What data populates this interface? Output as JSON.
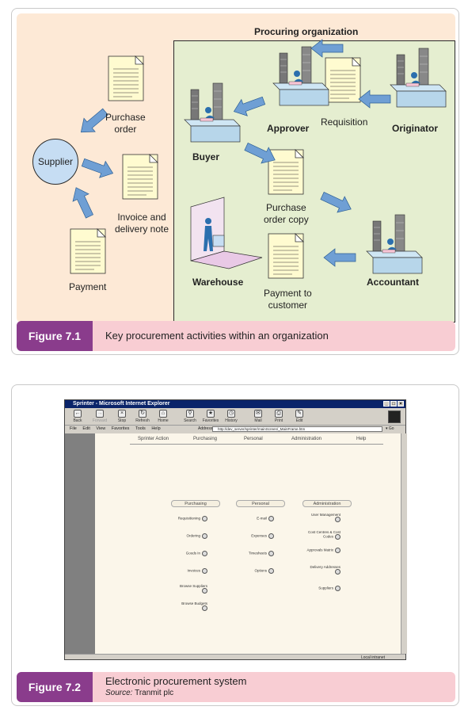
{
  "figure1": {
    "title": "Procuring organization",
    "nodes": {
      "supplier": "Supplier",
      "purchase_order": "Purchase\norder",
      "invoice": "Invoice and\ndelivery note",
      "payment": "Payment",
      "approver": "Approver",
      "requisition": "Requisition",
      "originator": "Originator",
      "buyer": "Buyer",
      "purchase_order_copy": "Purchase\norder copy",
      "warehouse": "Warehouse",
      "payment_to_customer": "Payment to\ncustomer",
      "accountant": "Accountant"
    },
    "caption": {
      "number": "Figure 7.1",
      "text": "Key procurement activities within an organization"
    },
    "colors": {
      "panel": "#fde9d6",
      "org_box": "#e5eed0",
      "arrow": "#6f9fd4",
      "badge": "#8a3c8c",
      "caption_bg": "#f8cdd3"
    }
  },
  "figure2": {
    "browser": {
      "title": "Sprinter - Microsoft Internet Explorer",
      "toolbar": [
        "Back",
        "Forward",
        "Stop",
        "Refresh",
        "Home",
        "Search",
        "Favorites",
        "History",
        "Mail",
        "Print",
        "Edit"
      ],
      "menu": [
        "File",
        "Edit",
        "View",
        "Favorites",
        "Tools",
        "Help"
      ],
      "address_label": "Address",
      "address": "http://dev_server/sprinter/mainScreen/_MainFrame.htm",
      "go_label": "Go",
      "status": "Local intranet"
    },
    "app": {
      "tabs": [
        "Sprinter Action",
        "Purchasing",
        "Personal",
        "Administration",
        "Help"
      ],
      "sections": [
        {
          "title": "Purchasing",
          "items": [
            "Requisitioning",
            "Ordering",
            "Goods In",
            "Invoices",
            "Browse Suppliers",
            "Browse Budgets"
          ]
        },
        {
          "title": "Personal",
          "items": [
            "E-mail",
            "Expenses",
            "Timesheets",
            "Options"
          ]
        },
        {
          "title": "Administration",
          "items": [
            "User Management",
            "Cost Centres & Cost Codes",
            "Approvals Matrix",
            "Delivery Addresses",
            "Suppliers"
          ]
        }
      ]
    },
    "caption": {
      "number": "Figure 7.2",
      "text": "Electronic procurement system",
      "source_label": "Source:",
      "source": "Tranmit plc"
    }
  }
}
